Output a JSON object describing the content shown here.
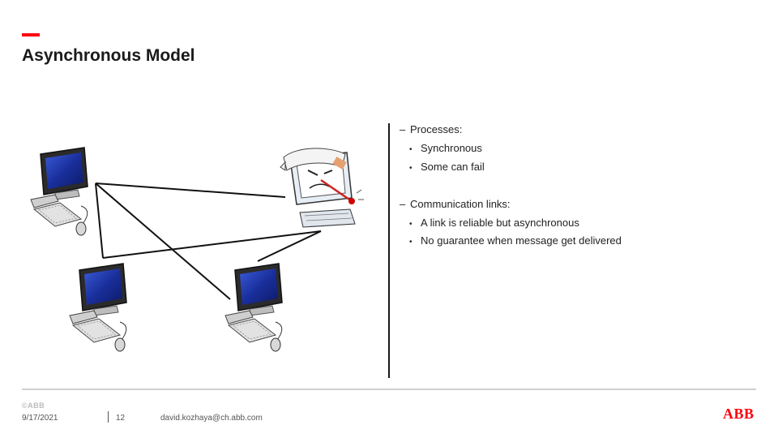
{
  "slide": {
    "title": "Asynchronous Model"
  },
  "bullets": {
    "processes": {
      "heading": "Processes:",
      "items": [
        "Synchronous",
        "Some can fail"
      ]
    },
    "links": {
      "heading": "Communication links:",
      "items": [
        "A link is reliable but asynchronous",
        "No guarantee when message get delivered"
      ]
    }
  },
  "footer": {
    "small_logo": "©ABB",
    "date": "9/17/2021",
    "page": "12",
    "email": "david.kozhaya@ch.abb.com",
    "brand": "ABB"
  },
  "colors": {
    "accent": "#ff000f"
  },
  "icons": [
    "computer-icon",
    "failed-computer-icon"
  ]
}
